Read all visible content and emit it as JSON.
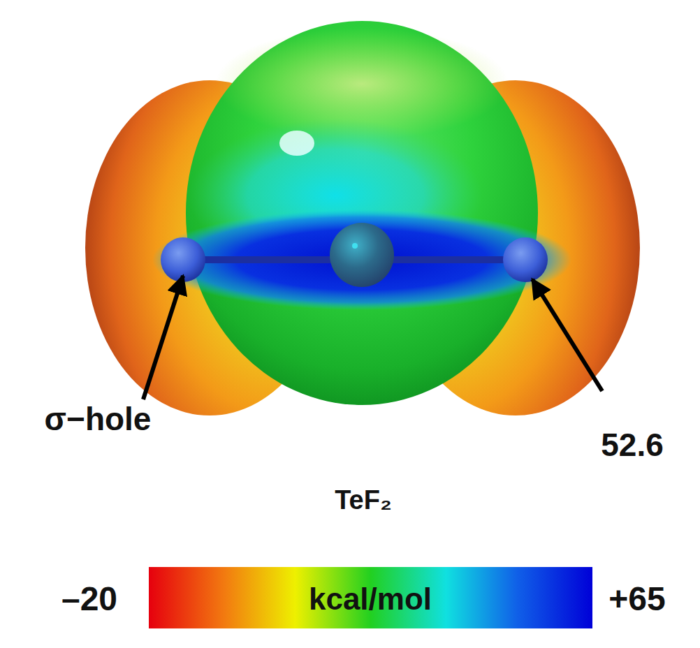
{
  "diagram": {
    "labels": [
      "σ−hole",
      "52.6",
      "TeF₂",
      "–20",
      "kcal/mol",
      "+65"
    ]
  }
}
